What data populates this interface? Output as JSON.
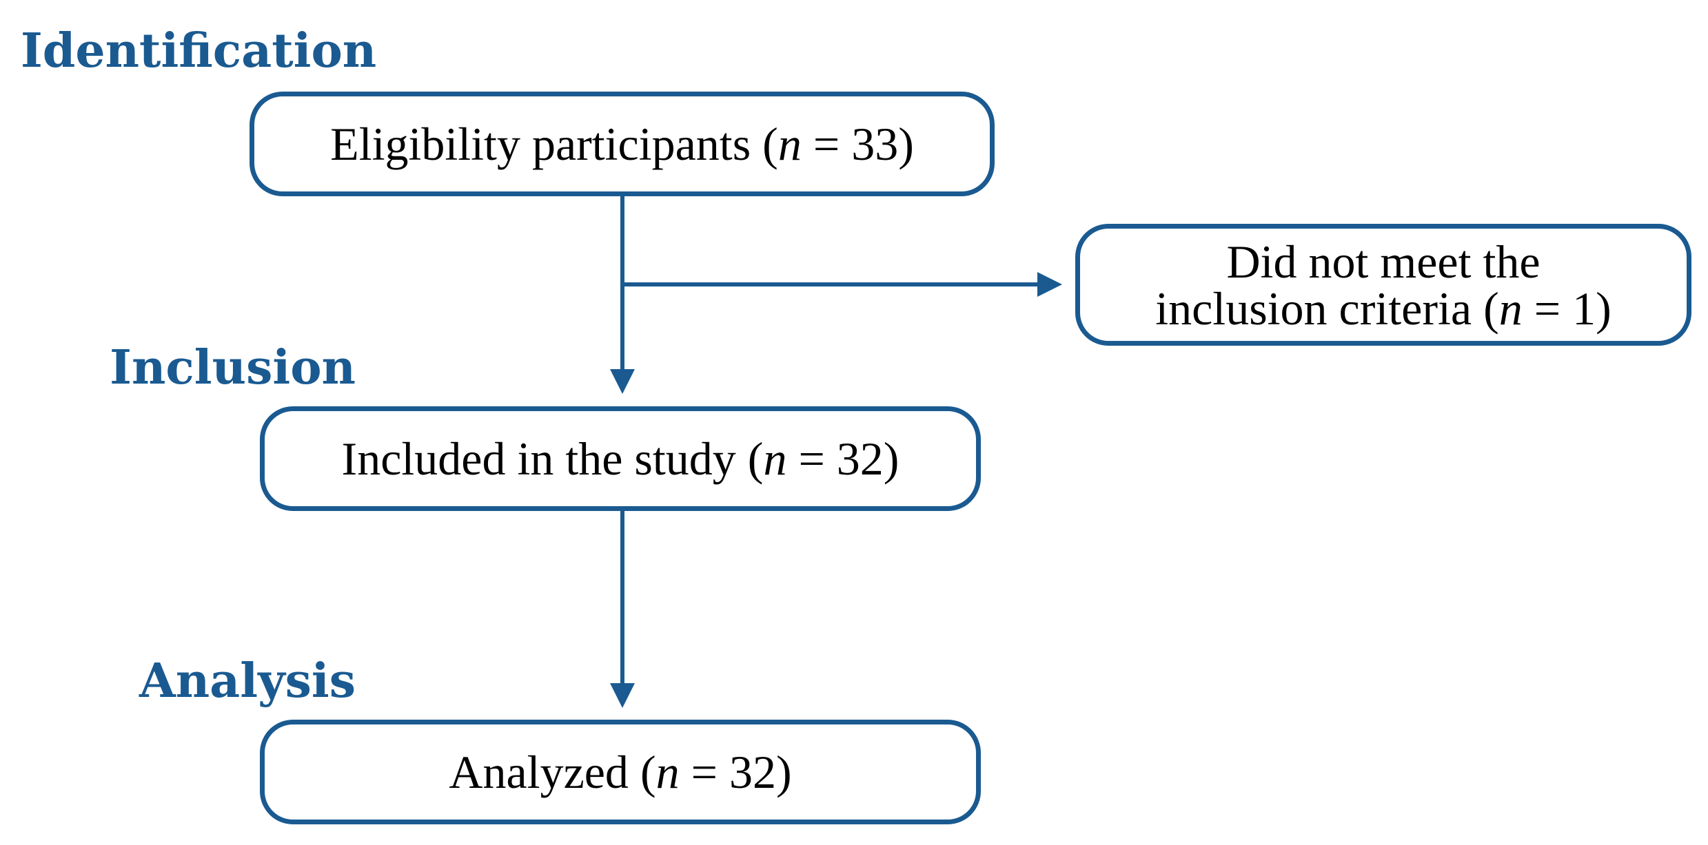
{
  "colors": {
    "accent": "#1a5a91",
    "text": "#000000",
    "background": "#ffffff"
  },
  "stages": {
    "identification": "Identification",
    "inclusion": "Inclusion",
    "analysis": "Analysis"
  },
  "boxes": {
    "eligibility": {
      "label": "Eligibility participants",
      "n": "33"
    },
    "excluded": {
      "line1": "Did not meet the",
      "line2": "inclusion criteria",
      "n": "1"
    },
    "included": {
      "label": "Included in the study",
      "n": "32"
    },
    "analyzed": {
      "label": "Analyzed",
      "n": "32"
    }
  },
  "notation": {
    "n_symbol": "n",
    "equals": "="
  }
}
